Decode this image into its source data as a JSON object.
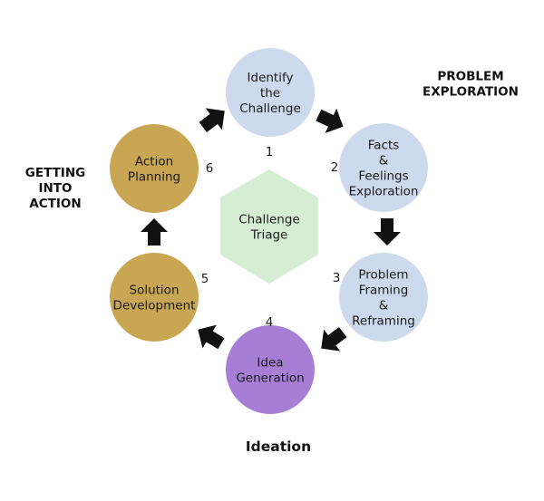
{
  "center": {
    "lines": [
      "Challenge",
      "Triage"
    ],
    "color": "#d4edd3"
  },
  "steps": [
    {
      "number": "1",
      "lines": [
        "Identify",
        "the",
        "Challenge"
      ],
      "color": "#cdd9ec"
    },
    {
      "number": "2",
      "lines": [
        "Facts",
        "&",
        "Feelings",
        "Exploration"
      ],
      "color": "#cdd9ec"
    },
    {
      "number": "3",
      "lines": [
        "Problem",
        "Framing",
        "&",
        "Reframing"
      ],
      "color": "#cdd9ec"
    },
    {
      "number": "4",
      "lines": [
        "Idea",
        "Generation"
      ],
      "color": "#a77ed6"
    },
    {
      "number": "5",
      "lines": [
        "Solution",
        "Development"
      ],
      "color": "#c9a654"
    },
    {
      "number": "6",
      "lines": [
        "Action",
        "Planning"
      ],
      "color": "#c9a654"
    }
  ],
  "phases": {
    "problem_exploration": [
      "PROBLEM",
      "EXPLORATION"
    ],
    "getting_into_action": [
      "GETTING",
      "INTO",
      "ACTION"
    ],
    "ideation": [
      "Ideation"
    ]
  }
}
